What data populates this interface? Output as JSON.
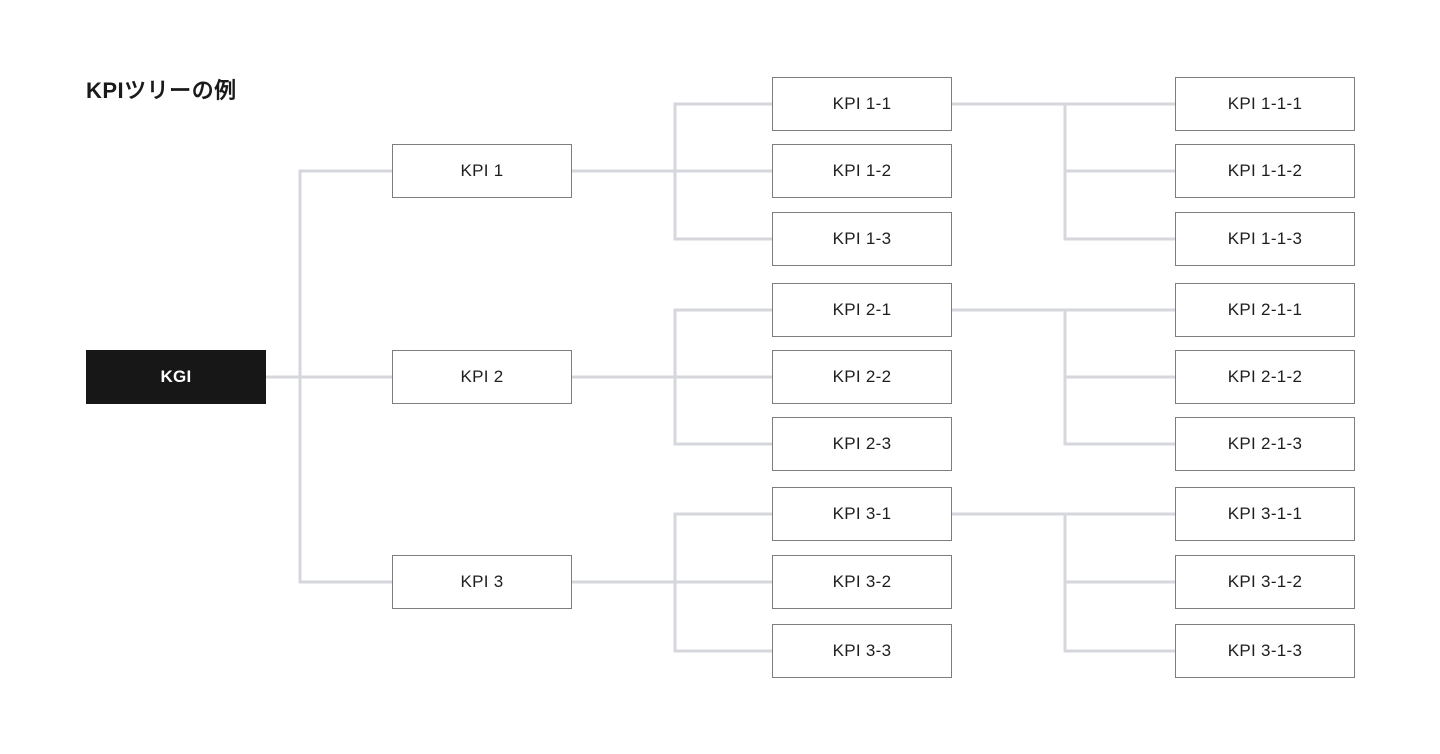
{
  "title": "KPIツリーの例",
  "colors": {
    "background": "#ffffff",
    "connector_line": "#d5d7dc",
    "box_border": "#7d7d7d",
    "box_background": "#ffffff",
    "box_text": "#1e1e1e",
    "root_background": "#171717",
    "root_text": "#ffffff",
    "title_text": "#1a1a1a"
  },
  "tree": {
    "label": "KGI",
    "children": [
      {
        "label": "KPI 1",
        "children": [
          {
            "label": "KPI 1-1",
            "children": [
              {
                "label": "KPI 1-1-1"
              },
              {
                "label": "KPI 1-1-2"
              },
              {
                "label": "KPI 1-1-3"
              }
            ]
          },
          {
            "label": "KPI 1-2"
          },
          {
            "label": "KPI 1-3"
          }
        ]
      },
      {
        "label": "KPI 2",
        "children": [
          {
            "label": "KPI 2-1",
            "children": [
              {
                "label": "KPI 2-1-1"
              },
              {
                "label": "KPI 2-1-2"
              },
              {
                "label": "KPI 2-1-3"
              }
            ]
          },
          {
            "label": "KPI 2-2"
          },
          {
            "label": "KPI 2-3"
          }
        ]
      },
      {
        "label": "KPI 3",
        "children": [
          {
            "label": "KPI 3-1",
            "children": [
              {
                "label": "KPI 3-1-1"
              },
              {
                "label": "KPI 3-1-2"
              },
              {
                "label": "KPI 3-1-3"
              }
            ]
          },
          {
            "label": "KPI 3-2"
          },
          {
            "label": "KPI 3-3"
          }
        ]
      }
    ]
  }
}
